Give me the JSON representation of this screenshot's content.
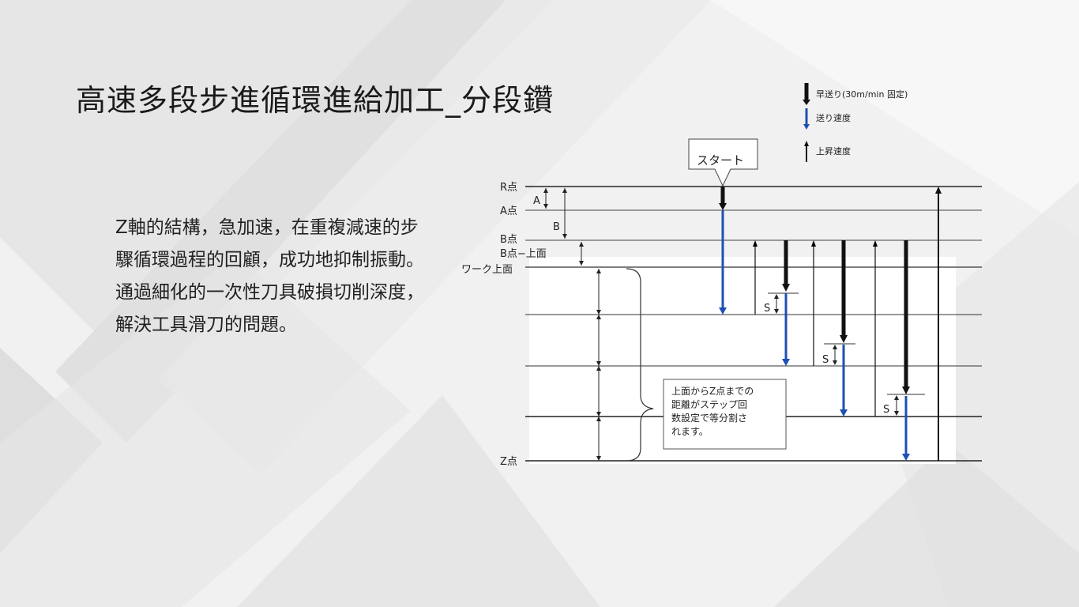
{
  "slide": {
    "title": "高速多段步進循環進給加工_分段鑽",
    "body_paragraphs": [
      "Z軸的結構，急加速，在重複減速的步驟循環過程的回顧，成功地抑制振動。",
      "通過細化的一次性刀具破損切削深度，解決工具滑刀的問題。"
    ]
  },
  "diagram": {
    "legend": {
      "rapid": "早送り(30m/min 固定)",
      "feed": "送り速度",
      "rise": "上昇速度"
    },
    "start_label": "スタート",
    "levels": {
      "r_point": "R点",
      "a_point": "A点",
      "b_point": "B点",
      "b_point_top": "B点−上面",
      "work_top": "ワーク上面",
      "z_point": "Z点"
    },
    "dim_labels": {
      "a": "A",
      "b": "B",
      "s": "S"
    },
    "note_lines": [
      "上面からZ点までの",
      "距離がステップ回",
      "数設定で等分割さ",
      "れます。"
    ],
    "colors": {
      "rapid": "#111111",
      "feed": "#1e4fb5",
      "line": "#333333"
    }
  }
}
